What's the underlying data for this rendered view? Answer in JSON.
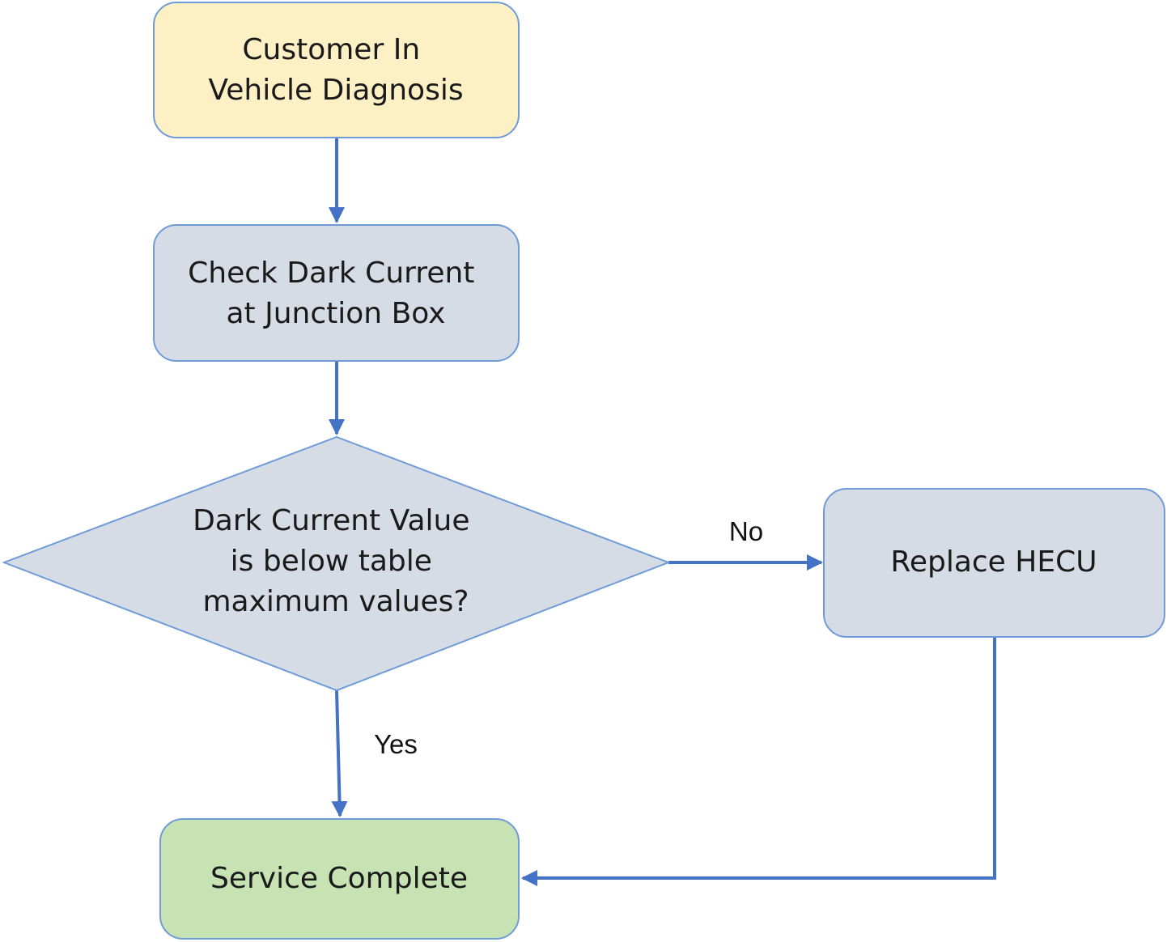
{
  "diagram": {
    "type": "flowchart",
    "nodes": {
      "start": {
        "lines": [
          "Customer In",
          "Vehicle Diagnosis"
        ],
        "fill": "#fdf0c4"
      },
      "check": {
        "lines": [
          "Check Dark Current",
          "at Junction Box"
        ],
        "fill": "#d6dce5"
      },
      "decision": {
        "lines": [
          "Dark Current Value",
          "is below table",
          "maximum values?"
        ],
        "fill": "#d6dce5"
      },
      "replace": {
        "lines": [
          "Replace HECU"
        ],
        "fill": "#d6dce5"
      },
      "complete": {
        "lines": [
          "Service Complete"
        ],
        "fill": "#c7e3b4"
      }
    },
    "edges": {
      "no_label": "No",
      "yes_label": "Yes"
    },
    "colors": {
      "border": "#6f9bd8",
      "arrow": "#4472c4"
    }
  }
}
